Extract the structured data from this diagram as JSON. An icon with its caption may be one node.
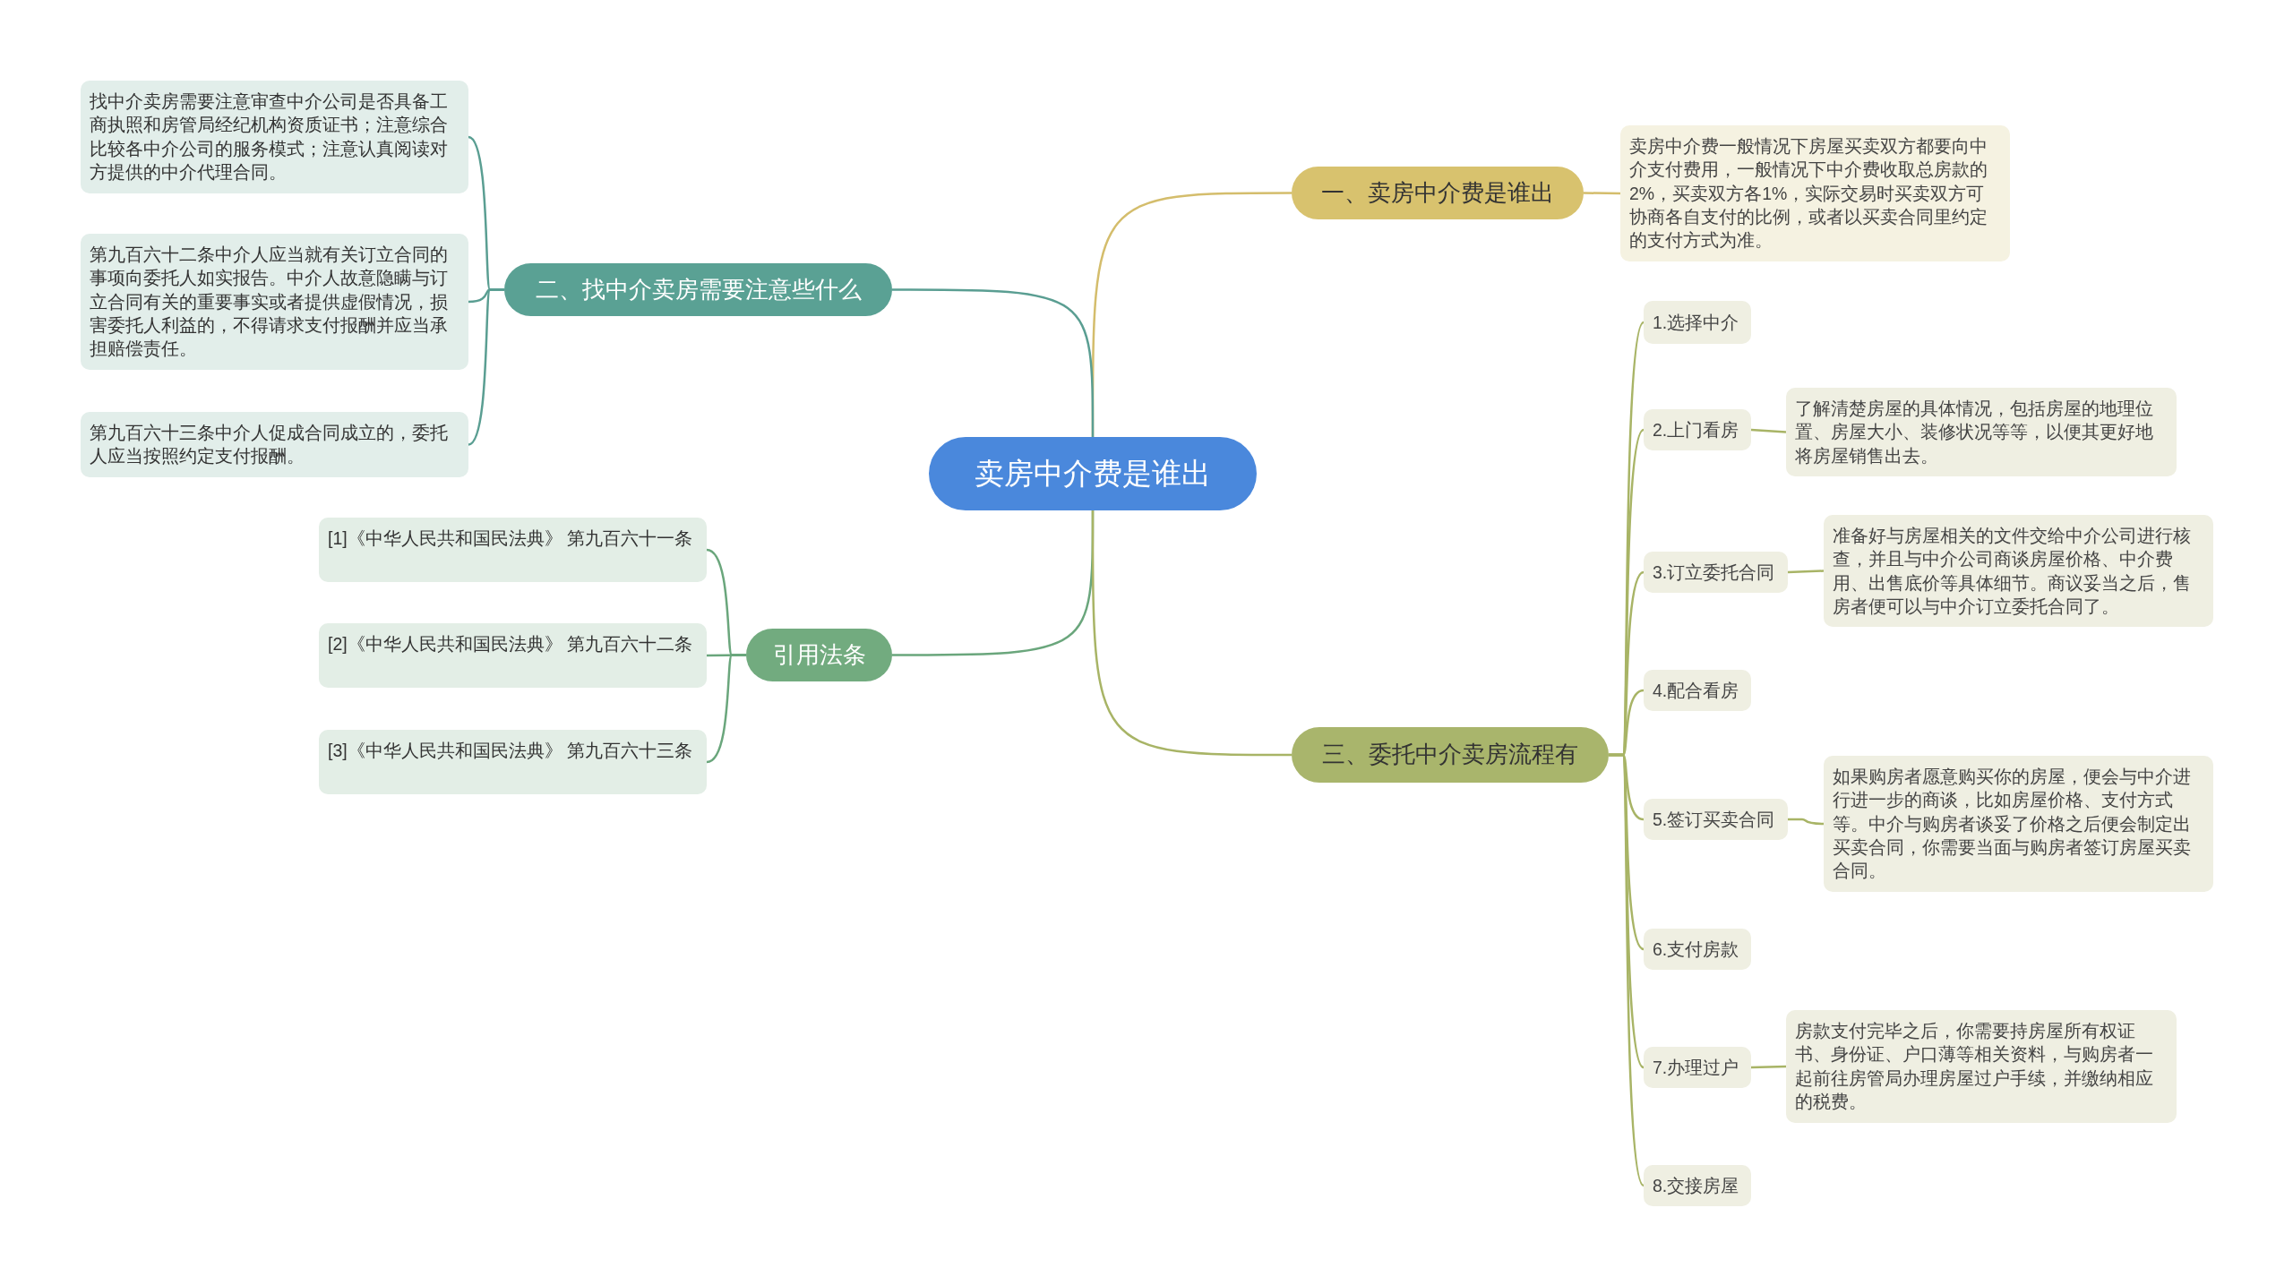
{
  "diagram": {
    "nodes": [
      {
        "text": [
          "卖房中介费是谁出"
        ]
      },
      {
        "text": [
          "一、卖房中介费是谁出"
        ]
      },
      {
        "text": [
          "卖房中介费一般情况下房屋买卖双方都要向中介支付费用，一般情况下中介费收取总房款的2%，买卖双方各1%，实际交易时买卖双方可协商各自支付的比例，或者以买卖合同里约定的支付方式为准。"
        ]
      },
      {
        "text": [
          "二、找中介卖房需要注意些什么"
        ]
      },
      {
        "text": [
          "找中介卖房需要注意审查中介公司是否具备工商执照和房管局经纪机构资质证书；注意综合比较各中介公司的服务模式；注意认真阅读对方提供的中介代理合同。"
        ]
      },
      {
        "text": [
          "第九百六十二条中介人应当就有关订立合同的事项向委托人如实报告。中介人故意隐瞒与订立合同有关的重要事实或者提供虚假情况，损害委托人利益的，不得请求支付报酬并应当承担赔偿责任。"
        ]
      },
      {
        "text": [
          "第九百六十三条中介人促成合同成立的，委托人应当按照约定支付报酬。"
        ]
      },
      {
        "text": [
          "引用法条"
        ]
      },
      {
        "text": [
          "[1]《中华人民共和国民法典》 第九百六十一条"
        ]
      },
      {
        "text": [
          "[2]《中华人民共和国民法典》 第九百六十二条"
        ]
      },
      {
        "text": [
          "[3]《中华人民共和国民法典》 第九百六十三条"
        ]
      },
      {
        "text": [
          "三、委托中介卖房流程有"
        ]
      },
      {
        "text": [
          "1.选择中介"
        ]
      },
      {
        "text": [
          "2.上门看房"
        ]
      },
      {
        "text": [
          "了解清楚房屋的具体情况，包括房屋的地理位置、房屋大小、装修状况等等，以便其更好地将房屋销售出去。"
        ]
      },
      {
        "text": [
          "3.订立委托合同"
        ]
      },
      {
        "text": [
          "准备好与房屋相关的文件交给中介公司进行核查，并且与中介公司商谈房屋价格、中介费用、出售底价等具体细节。商议妥当之后，售房者便可以与中介订立委托合同了。"
        ]
      },
      {
        "text": [
          "4.配合看房"
        ]
      },
      {
        "text": [
          "5.签订买卖合同"
        ]
      },
      {
        "text": [
          "如果购房者愿意购买你的房屋，便会与中介进行进一步的商谈，比如房屋价格、支付方式等。中介与购房者谈妥了价格之后便会制定出买卖合同，你需要当面与购房者签订房屋买卖合同。"
        ]
      },
      {
        "text": [
          "6.支付房款"
        ]
      },
      {
        "text": [
          "7.办理过户"
        ]
      },
      {
        "text": [
          "房款支付完毕之后，你需要持房屋所有权证书、身份证、户口薄等相关资料，与购房者一起前往房管局办理房屋过户手续，并缴纳相应的税费。"
        ]
      },
      {
        "text": [
          "8.交接房屋"
        ]
      }
    ],
    "edges": [
      {
        "from": 0,
        "to": 1,
        "arrow": "none",
        "color": "#d4bd6c"
      },
      {
        "from": 1,
        "to": 2,
        "arrow": "none",
        "color": "#d4bd6c"
      },
      {
        "from": 0,
        "to": 3,
        "arrow": "none",
        "color": "#5a9e92"
      },
      {
        "from": 3,
        "to": 4,
        "arrow": "none",
        "color": "#5a9e92"
      },
      {
        "from": 3,
        "to": 5,
        "arrow": "none",
        "color": "#5a9e92"
      },
      {
        "from": 3,
        "to": 6,
        "arrow": "none",
        "color": "#5a9e92"
      },
      {
        "from": 0,
        "to": 7,
        "arrow": "none",
        "color": "#6aa67c"
      },
      {
        "from": 7,
        "to": 8,
        "arrow": "none",
        "color": "#6aa67c"
      },
      {
        "from": 7,
        "to": 9,
        "arrow": "none",
        "color": "#6aa67c"
      },
      {
        "from": 7,
        "to": 10,
        "arrow": "none",
        "color": "#6aa67c"
      },
      {
        "from": 0,
        "to": 11,
        "arrow": "none"
      },
      {
        "from": 11,
        "to": 12,
        "arrow": "none"
      },
      {
        "from": 11,
        "to": 13,
        "arrow": "none"
      },
      {
        "from": 13,
        "to": 14,
        "arrow": "none"
      },
      {
        "from": 11,
        "to": 15,
        "arrow": "none"
      },
      {
        "from": 15,
        "to": 16,
        "arrow": "none"
      },
      {
        "from": 11,
        "to": 17,
        "arrow": "none"
      },
      {
        "from": 11,
        "to": 18,
        "arrow": "none"
      },
      {
        "from": 18,
        "to": 19,
        "arrow": "none"
      },
      {
        "from": 11,
        "to": 20,
        "arrow": "none"
      },
      {
        "from": 11,
        "to": 21,
        "arrow": "none"
      },
      {
        "from": 21,
        "to": 22,
        "arrow": "none"
      },
      {
        "from": 11,
        "to": 23,
        "arrow": "none"
      }
    ]
  }
}
